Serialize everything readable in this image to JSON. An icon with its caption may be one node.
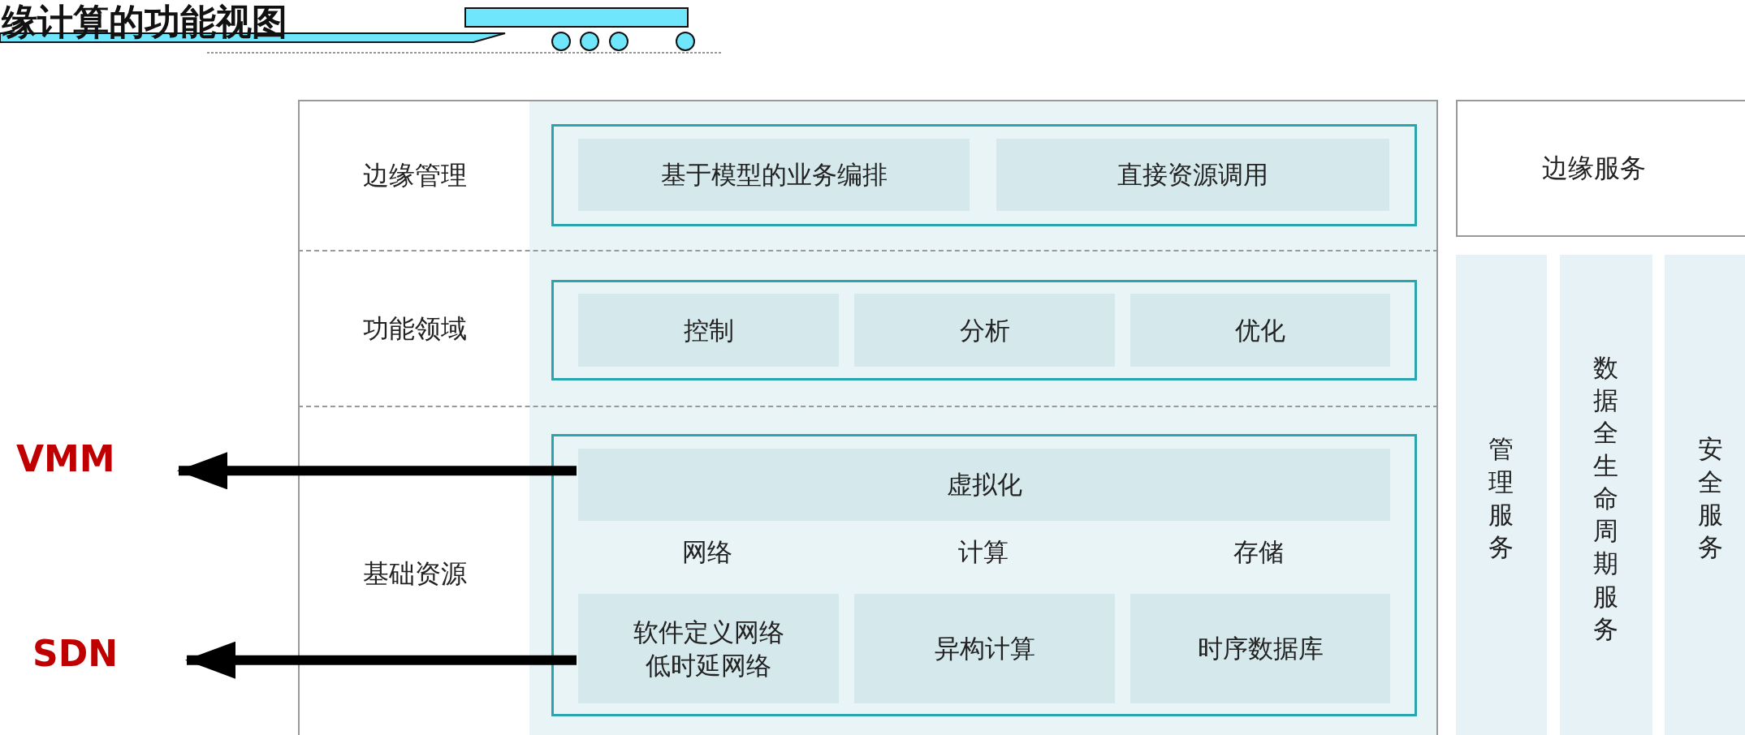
{
  "diagram": {
    "title": "缘计算的功能视图",
    "nodes": [
      {
        "text": [
          "边缘管理"
        ]
      },
      {
        "text": [
          "基于模型的业务编排"
        ],
        "in": 0
      },
      {
        "text": [
          "直接资源调用"
        ],
        "in": 0
      },
      {
        "text": [
          "功能领域"
        ]
      },
      {
        "text": [
          "控制"
        ],
        "in": 3
      },
      {
        "text": [
          "分析"
        ],
        "in": 3
      },
      {
        "text": [
          "优化"
        ],
        "in": 3
      },
      {
        "text": [
          "基础资源"
        ]
      },
      {
        "text": [
          "虚拟化"
        ],
        "in": 7
      },
      {
        "text": [
          "软件定义网络",
          "低时延网络"
        ],
        "in": 7
      },
      {
        "text": [
          "异构计算"
        ],
        "in": 7
      },
      {
        "text": [
          "时序数据库"
        ],
        "in": 7
      },
      {
        "text": [
          "边缘服务"
        ]
      },
      {
        "text": [
          "管理服务"
        ]
      },
      {
        "text": [
          "数据全生命周期服务"
        ]
      },
      {
        "text": [
          "安全服务"
        ]
      },
      {
        "text": [
          "VMM"
        ]
      },
      {
        "text": [
          "SDN"
        ]
      }
    ],
    "edges": [
      {
        "from": 8,
        "to": 16,
        "arrow": "to"
      },
      {
        "from": 9,
        "to": 17,
        "arrow": "to"
      }
    ],
    "labels": [
      "网络",
      "计算",
      "存储"
    ]
  }
}
